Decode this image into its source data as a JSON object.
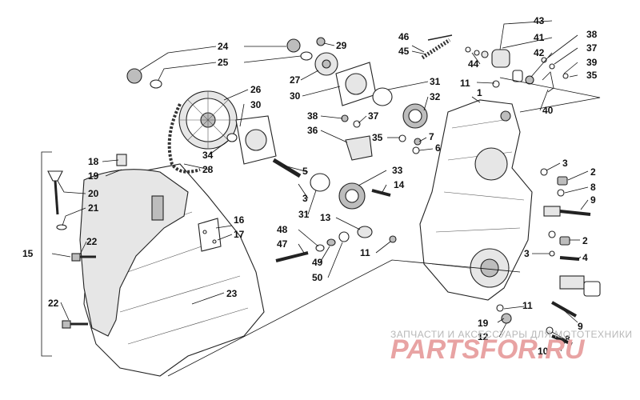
{
  "callouts": [
    {
      "id": "c1",
      "text": "1"
    },
    {
      "id": "c2a",
      "text": "2"
    },
    {
      "id": "c2b",
      "text": "2"
    },
    {
      "id": "c3a",
      "text": "3"
    },
    {
      "id": "c3b",
      "text": "3"
    },
    {
      "id": "c3c",
      "text": "3"
    },
    {
      "id": "c4",
      "text": "4"
    },
    {
      "id": "c5",
      "text": "5"
    },
    {
      "id": "c6",
      "text": "6"
    },
    {
      "id": "c7",
      "text": "7"
    },
    {
      "id": "c8a",
      "text": "8"
    },
    {
      "id": "c8b",
      "text": "8"
    },
    {
      "id": "c9a",
      "text": "9"
    },
    {
      "id": "c9b",
      "text": "9"
    },
    {
      "id": "c10",
      "text": "10"
    },
    {
      "id": "c11a",
      "text": "11"
    },
    {
      "id": "c11b",
      "text": "11"
    },
    {
      "id": "c11c",
      "text": "11"
    },
    {
      "id": "c12",
      "text": "12"
    },
    {
      "id": "c13",
      "text": "13"
    },
    {
      "id": "c14",
      "text": "14"
    },
    {
      "id": "c15",
      "text": "15"
    },
    {
      "id": "c16",
      "text": "16"
    },
    {
      "id": "c17",
      "text": "17"
    },
    {
      "id": "c18",
      "text": "18"
    },
    {
      "id": "c19a",
      "text": "19"
    },
    {
      "id": "c19b",
      "text": "19"
    },
    {
      "id": "c20",
      "text": "20"
    },
    {
      "id": "c21",
      "text": "21"
    },
    {
      "id": "c22a",
      "text": "22"
    },
    {
      "id": "c22b",
      "text": "22"
    },
    {
      "id": "c23",
      "text": "23"
    },
    {
      "id": "c24",
      "text": "24"
    },
    {
      "id": "c25",
      "text": "25"
    },
    {
      "id": "c26",
      "text": "26"
    },
    {
      "id": "c27",
      "text": "27"
    },
    {
      "id": "c28",
      "text": "28"
    },
    {
      "id": "c29",
      "text": "29"
    },
    {
      "id": "c30a",
      "text": "30"
    },
    {
      "id": "c30b",
      "text": "30"
    },
    {
      "id": "c31a",
      "text": "31"
    },
    {
      "id": "c31b",
      "text": "31"
    },
    {
      "id": "c32",
      "text": "32"
    },
    {
      "id": "c33",
      "text": "33"
    },
    {
      "id": "c34",
      "text": "34"
    },
    {
      "id": "c35a",
      "text": "35"
    },
    {
      "id": "c35b",
      "text": "35"
    },
    {
      "id": "c36",
      "text": "36"
    },
    {
      "id": "c37a",
      "text": "37"
    },
    {
      "id": "c37b",
      "text": "37"
    },
    {
      "id": "c38a",
      "text": "38"
    },
    {
      "id": "c38b",
      "text": "38"
    },
    {
      "id": "c39",
      "text": "39"
    },
    {
      "id": "c40",
      "text": "40"
    },
    {
      "id": "c41",
      "text": "41"
    },
    {
      "id": "c42",
      "text": "42"
    },
    {
      "id": "c43",
      "text": "43"
    },
    {
      "id": "c44",
      "text": "44"
    },
    {
      "id": "c45",
      "text": "45"
    },
    {
      "id": "c46",
      "text": "46"
    },
    {
      "id": "c47",
      "text": "47"
    },
    {
      "id": "c48",
      "text": "48"
    },
    {
      "id": "c49",
      "text": "49"
    },
    {
      "id": "c50",
      "text": "50"
    }
  ],
  "watermark": {
    "subtitle": "ЗАПЧАСТИ И АКСЕССУАРЫ ДЛЯ МОТОТЕХНИКИ",
    "brand": "PARTSFOR.RU",
    "brand_color": "#d94040"
  }
}
